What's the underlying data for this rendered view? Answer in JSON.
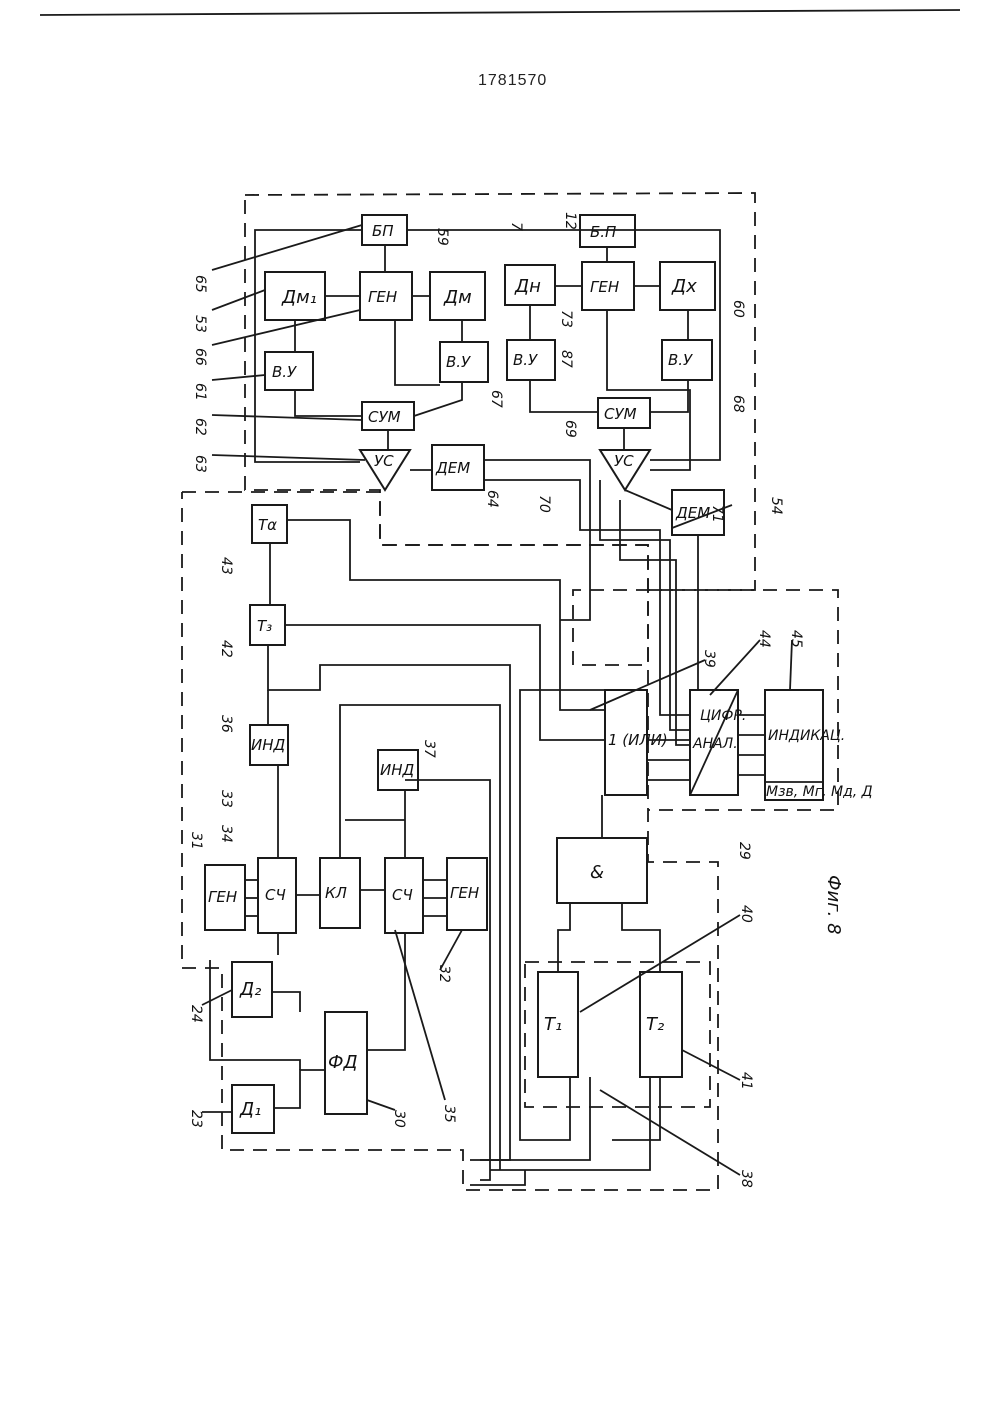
{
  "header": {
    "patent_number": "1781570"
  },
  "figure": {
    "caption": "Фиг. 8"
  },
  "blocks": {
    "bp_left": "БП",
    "gen_top_left": "ГЕН",
    "dm1": "Дм₁",
    "dm": "Дм",
    "vu_61": "В.У",
    "vu_67": "В.У",
    "sum_left": "СУМ",
    "us_left": "УС",
    "dem_left": "ДЕМ",
    "dn": "Дн",
    "bp_right": "Б.П",
    "gen_top_right": "ГЕН",
    "dx": "Дх",
    "vu_87": "В.У",
    "vu_68": "В.У",
    "sum_right": "СУМ",
    "us_right": "УС",
    "dem_right": "ДЕМ",
    "t_alpha": "Тα",
    "t3": "Т₃",
    "ind_36": "ИНД",
    "ind_37": "ИНД",
    "gen_31": "ГЕН",
    "sch_34": "СЧ",
    "kl_33": "КЛ",
    "sch_35": "СЧ",
    "gen_32": "ГЕН",
    "d2": "Д₂",
    "d1": "Д₁",
    "fd": "ФД",
    "or_39": "1 (ИЛИ)",
    "and_block": "&",
    "t1": "Т₁",
    "t2": "Т₂",
    "adc_anal": "АНАЛ.",
    "adc_dig": "ЦИФР.",
    "indicator": "ИНДИКАЦ.",
    "indicator_sub": "Мзв, Мг, Мд, Д"
  },
  "ref_numbers": {
    "n65": "65",
    "n53": "53",
    "n66": "66",
    "n61": "61",
    "n62": "62",
    "n63": "63",
    "n59": "59",
    "n67": "67",
    "n64": "64",
    "n7": "7",
    "n12": "12",
    "n73": "73",
    "n60": "60",
    "n87": "87",
    "n68": "68",
    "n69": "69",
    "n70": "70",
    "n71": "71",
    "n54": "54",
    "n43": "43",
    "n42": "42",
    "n36": "36",
    "n33": "33",
    "n34": "34",
    "n31": "31",
    "n37": "37",
    "n39": "39",
    "n44": "44",
    "n45": "45",
    "n29": "29",
    "n40": "40",
    "n24": "24",
    "n23": "23",
    "n30": "30",
    "n35": "35",
    "n32": "32",
    "n41": "41",
    "n38": "38"
  }
}
